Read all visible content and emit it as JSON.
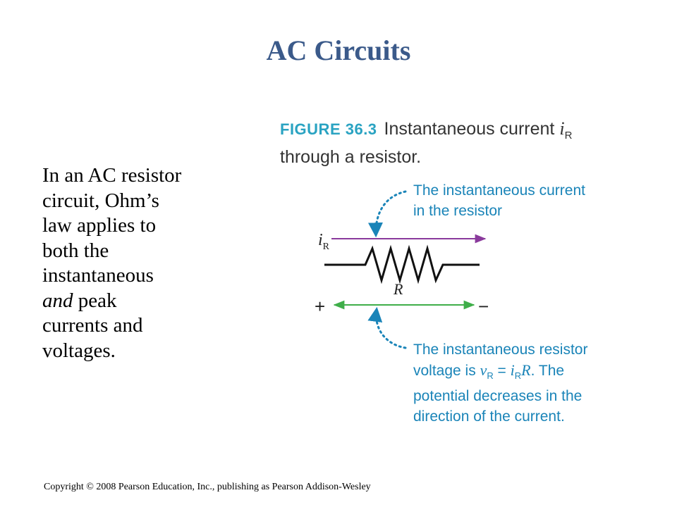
{
  "slide": {
    "title": "AC Circuits",
    "body_lines": [
      "In an AC resistor",
      "circuit, Ohm’s",
      "law applies to",
      "both the",
      "instantaneous"
    ],
    "body_italic": "and",
    "body_after_italic": " peak",
    "body_lines_end": [
      "currents and",
      "voltages."
    ],
    "footer": "Copyright © 2008 Pearson Education, Inc., publishing as Pearson Addison-Wesley"
  },
  "figure": {
    "label": "FIGURE 36.3",
    "caption_start": "Instantaneous current ",
    "caption_symbol": "i",
    "caption_sub": "R",
    "caption_line2": "through a resistor.",
    "current_label": "i",
    "current_sub": "R",
    "resistor_label": "R",
    "plus": "+",
    "minus": "−",
    "annot_top": [
      "The instantaneous current",
      "in the resistor"
    ],
    "annot_bot": {
      "line1": "The instantaneous resistor",
      "line2_pre": "voltage is ",
      "v": "v",
      "v_sub": "R",
      "eq": " = ",
      "i": "i",
      "i_sub": "R",
      "r": "R",
      "line2_post": ". The",
      "line3": "potential decreases in the",
      "line4": "direction of the current."
    },
    "colors": {
      "current_arrow": "#8a3a9c",
      "voltage_arrow": "#3fae49",
      "annotation": "#1a84b8",
      "figure_label": "#2aa3c2",
      "title": "#3b5a8a"
    }
  }
}
